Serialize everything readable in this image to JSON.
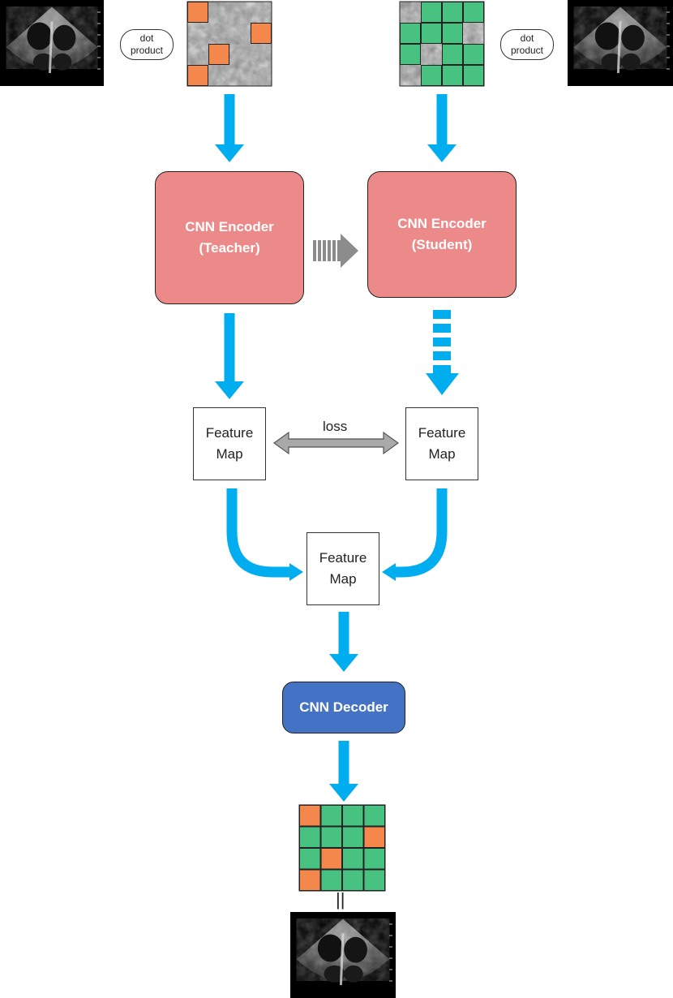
{
  "diagram": {
    "nodes": {
      "dot_product_left": {
        "line1": "dot",
        "line2": "product"
      },
      "dot_product_right": {
        "line1": "dot",
        "line2": "product"
      },
      "teacher_encoder": {
        "line1": "CNN Encoder",
        "line2": "(Teacher)"
      },
      "student_encoder": {
        "line1": "CNN Encoder",
        "line2": "(Student)"
      },
      "feature_map_teacher": {
        "line1": "Feature",
        "line2": "Map"
      },
      "feature_map_student": {
        "line1": "Feature",
        "line2": "Map"
      },
      "feature_map_fused": {
        "line1": "Feature",
        "line2": "Map"
      },
      "decoder": {
        "label": "CNN Decoder"
      },
      "equals_mark": "||"
    },
    "edges": {
      "loss_label": "loss"
    },
    "mask_teacher": {
      "rows": [
        [
          "masked",
          "visible",
          "visible",
          "visible"
        ],
        [
          "visible",
          "visible",
          "visible",
          "masked"
        ],
        [
          "visible",
          "masked",
          "visible",
          "visible"
        ],
        [
          "masked",
          "visible",
          "visible",
          "visible"
        ]
      ]
    },
    "mask_student": {
      "rows": [
        [
          "visible",
          "masked",
          "masked",
          "masked"
        ],
        [
          "masked",
          "masked",
          "masked",
          "visible"
        ],
        [
          "masked",
          "visible",
          "masked",
          "masked"
        ],
        [
          "visible",
          "masked",
          "masked",
          "masked"
        ]
      ]
    },
    "output_grid": {
      "rows": [
        [
          "orange",
          "green",
          "green",
          "green"
        ],
        [
          "green",
          "green",
          "green",
          "orange"
        ],
        [
          "green",
          "orange",
          "green",
          "green"
        ],
        [
          "orange",
          "green",
          "green",
          "green"
        ]
      ]
    },
    "colors": {
      "arrow": "#00aeef",
      "encoder_fill": "#ec8a8a",
      "decoder_fill": "#4472c4",
      "mask_orange": "#f4874b",
      "mask_green": "#48c281",
      "gray_arrow": "#8c8c8c",
      "loss_arrow": "#a9a9a9"
    }
  }
}
